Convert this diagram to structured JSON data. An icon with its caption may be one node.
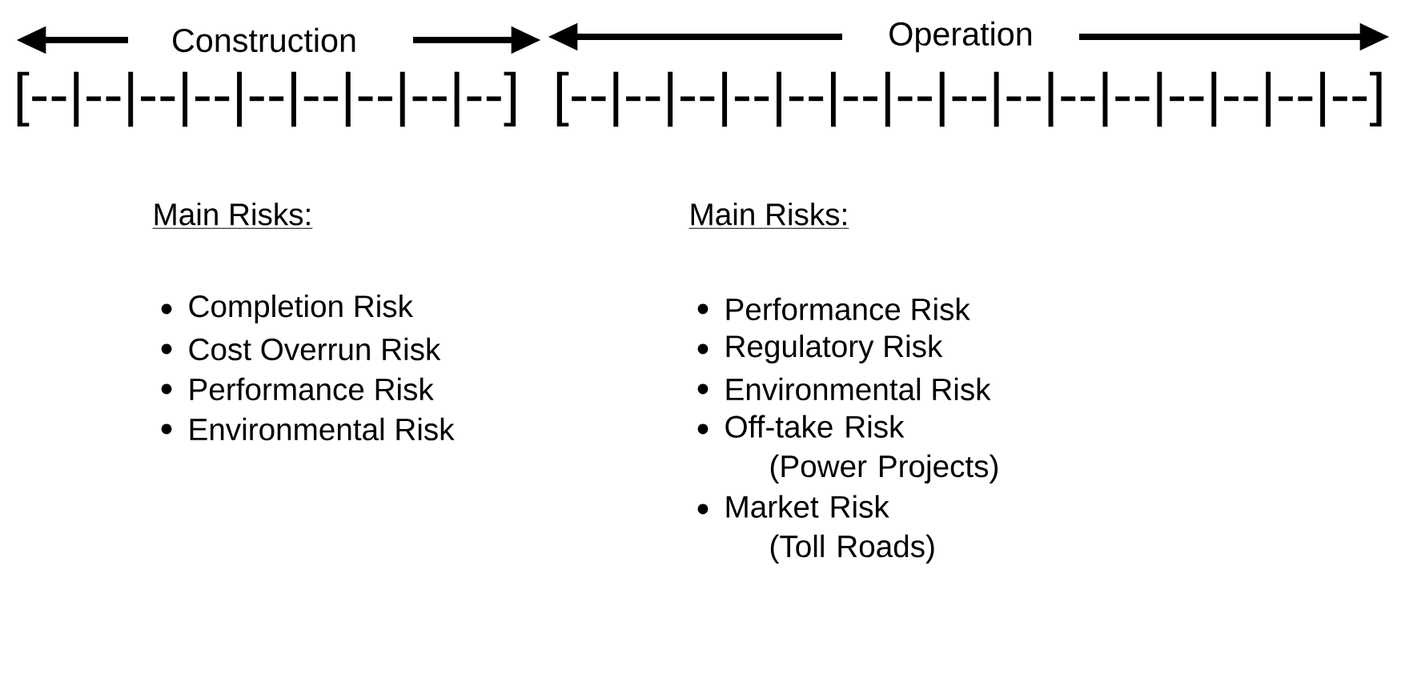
{
  "diagram": {
    "labels": [
      "Construction",
      "Operation",
      "[--|--|--|--|--|--|--|--|--]",
      "[--|--|--|--|--|--|--|--|--|--|--|--|--|--|--]",
      "Main Risks:",
      "Completion Risk",
      "Cost Overrun Risk",
      "Performance Risk",
      "Environmental Risk",
      "Main Risks:",
      "Performance Risk",
      "Regulatory Risk",
      "Environmental Risk",
      "Off-take Risk (Power Projects)",
      "Market Risk (Toll Roads)"
    ]
  }
}
